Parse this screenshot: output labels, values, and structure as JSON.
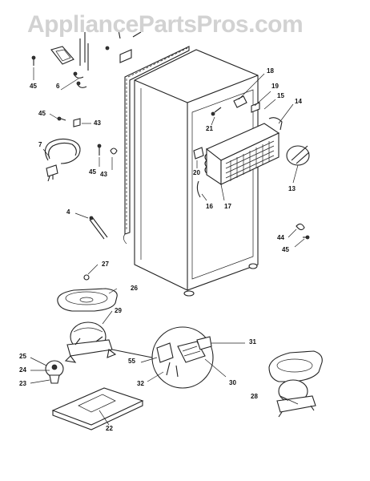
{
  "watermark": "AppliancePartsPros.com",
  "labels": [
    {
      "id": "l45a",
      "text": "45"
    },
    {
      "id": "l6",
      "text": "6"
    },
    {
      "id": "l45b",
      "text": "45"
    },
    {
      "id": "l43a",
      "text": "43"
    },
    {
      "id": "l7",
      "text": "7"
    },
    {
      "id": "l45c",
      "text": "45"
    },
    {
      "id": "l43b",
      "text": "43"
    },
    {
      "id": "l18",
      "text": "18"
    },
    {
      "id": "l19",
      "text": "19"
    },
    {
      "id": "l15",
      "text": "15"
    },
    {
      "id": "l14",
      "text": "14"
    },
    {
      "id": "l21",
      "text": "21"
    },
    {
      "id": "l20",
      "text": "20"
    },
    {
      "id": "l16",
      "text": "16"
    },
    {
      "id": "l17",
      "text": "17"
    },
    {
      "id": "l13",
      "text": "13"
    },
    {
      "id": "l4",
      "text": "4"
    },
    {
      "id": "l44",
      "text": "44"
    },
    {
      "id": "l45d",
      "text": "45"
    },
    {
      "id": "l27",
      "text": "27"
    },
    {
      "id": "l26",
      "text": "26"
    },
    {
      "id": "l29",
      "text": "29"
    },
    {
      "id": "l31",
      "text": "31"
    },
    {
      "id": "l25",
      "text": "25"
    },
    {
      "id": "l55",
      "text": "55"
    },
    {
      "id": "l24",
      "text": "24"
    },
    {
      "id": "l23",
      "text": "23"
    },
    {
      "id": "l32",
      "text": "32"
    },
    {
      "id": "l30",
      "text": "30"
    },
    {
      "id": "l28",
      "text": "28"
    },
    {
      "id": "l22",
      "text": "22"
    }
  ]
}
